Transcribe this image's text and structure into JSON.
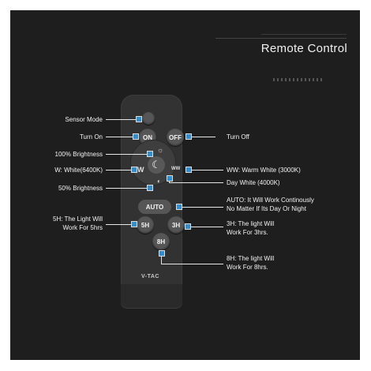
{
  "title": "Remote Control",
  "brand": "V-TAC",
  "buttons": {
    "on": "ON",
    "off": "OFF",
    "w": "W",
    "ww": "WW",
    "auto": "AUTO",
    "h5": "5H",
    "h3": "3H",
    "h8": "8H"
  },
  "callouts": {
    "sensor_mode": "Sensor Mode",
    "turn_on": "Turn On",
    "turn_off": "Turn Off",
    "brightness_100": "100% Brightness",
    "white": "W: White(6400K)",
    "warm_white": "WW: Warm White (3000K)",
    "day_white": "Day White (4000K)",
    "brightness_50": "50% Brightness",
    "auto_line1": "AUTO: It Will Work Continously",
    "auto_line2": "No Matter If Its Day Or Night",
    "h5_line1": "5H: The Light Will",
    "h5_line2": "Work For 5hrs",
    "h3_line1": "3H: The light Will",
    "h3_line2": "Work For 3hrs.",
    "h8_line1": "8H: The light Will",
    "h8_line2": "Work For 8hrs."
  },
  "colors": {
    "background": "#1e1e1e",
    "marker": "#2f8fd0",
    "remote_body": "#323232",
    "text": "#f2f2f2"
  }
}
